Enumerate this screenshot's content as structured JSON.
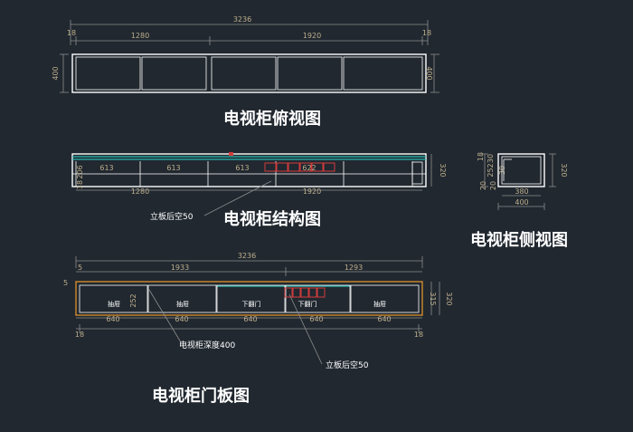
{
  "top_view": {
    "title": "电视柜俯视图",
    "overall": "3236",
    "left_end": "18",
    "right_end": "18",
    "seg_left": "1280",
    "seg_right": "1920",
    "depth_left": "400",
    "depth_right": "400"
  },
  "structure_view": {
    "title": "电视柜结构图",
    "cells": [
      "613",
      "613",
      "613",
      "622"
    ],
    "heights": [
      "206",
      "18"
    ],
    "bottom_left": "1280",
    "bottom_right": "1920",
    "right_height": "320",
    "note": "立板后空50"
  },
  "side_view": {
    "title": "电视柜侧视图",
    "heights": [
      "18",
      "30",
      "252",
      "20",
      "20"
    ],
    "right_height": "320",
    "inner_width": "380",
    "total_width": "400"
  },
  "door_view": {
    "title": "电视柜门板图",
    "overall": "3236",
    "seg_left": "1933",
    "seg_right": "1293",
    "left_mark": "5",
    "doors": [
      "抽屉",
      "抽屉",
      "下翻门",
      "下翻门",
      "抽屉"
    ],
    "door_widths": [
      "640",
      "640",
      "640",
      "640",
      "640"
    ],
    "left_end": "18",
    "right_end": "18",
    "inner_height": "252",
    "right_inner": "315",
    "right_height": "320",
    "note_depth": "电视柜深度400",
    "note_back": "立板后空50"
  }
}
